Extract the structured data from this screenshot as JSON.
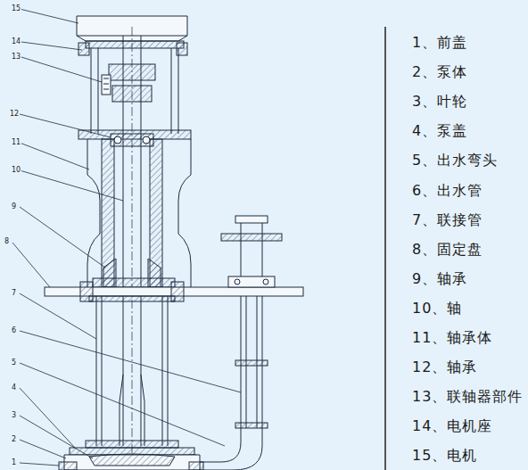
{
  "diagram": {
    "labels": [
      "15",
      "14",
      "13",
      "12",
      "11",
      "10",
      "9",
      "8",
      "7",
      "6",
      "5",
      "4",
      "3",
      "2",
      "1",
      "1、前盖",
      "2、泵体",
      "3、叶轮",
      "4、泵盖",
      "5、出水弯头",
      "6、出水管",
      "7、联接管",
      "8、固定盘",
      "9、轴承",
      "10、轴",
      "11、轴承体",
      "12、轴承",
      "13、联轴器部件",
      "14、电机座",
      "15、电机"
    ]
  }
}
